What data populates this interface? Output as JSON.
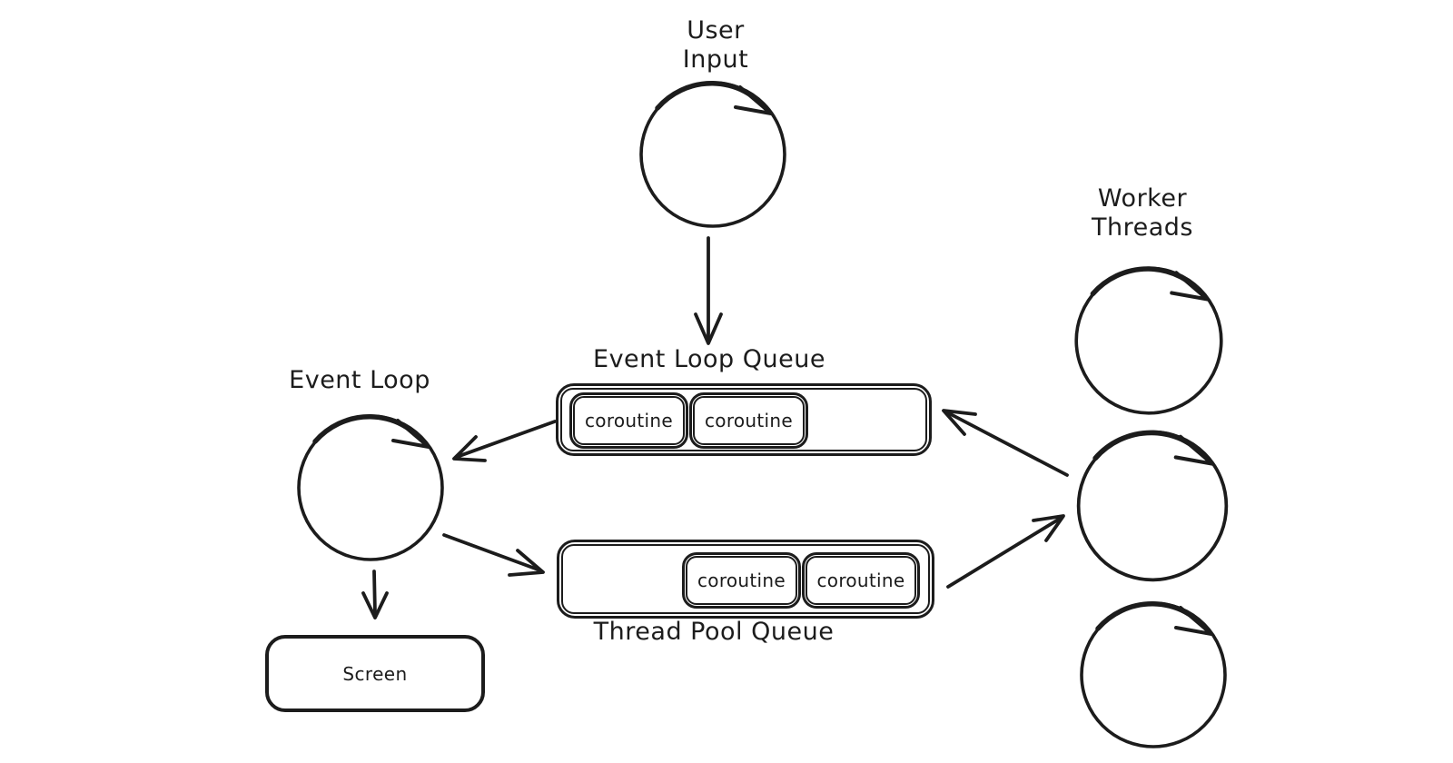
{
  "diagram": {
    "colors": {
      "background": "#ffffff",
      "stroke": "#1c1c1c",
      "text": "#1c1c1c"
    },
    "nodes": {
      "user_input": {
        "label": "User\nInput",
        "shape": "loop-circle"
      },
      "event_loop": {
        "label": "Event Loop",
        "shape": "loop-circle"
      },
      "event_loop_queue": {
        "label": "Event Loop Queue",
        "shape": "rounded-rect",
        "items": [
          "coroutine",
          "coroutine"
        ]
      },
      "thread_pool_queue": {
        "label": "Thread Pool Queue",
        "shape": "rounded-rect",
        "items": [
          "coroutine",
          "coroutine"
        ]
      },
      "screen": {
        "label": "Screen",
        "shape": "rounded-rect"
      },
      "worker_threads": {
        "label": "Worker\nThreads",
        "shape": "loop-circle",
        "count": 3
      }
    },
    "edges": [
      {
        "from": "user-input",
        "to": "event-loop-queue"
      },
      {
        "from": "event-loop-queue",
        "to": "event-loop"
      },
      {
        "from": "event-loop",
        "to": "screen"
      },
      {
        "from": "event-loop",
        "to": "thread-pool-queue"
      },
      {
        "from": "thread-pool-queue",
        "to": "worker-thread-2"
      },
      {
        "from": "worker-thread-2",
        "to": "event-loop-queue"
      }
    ]
  }
}
